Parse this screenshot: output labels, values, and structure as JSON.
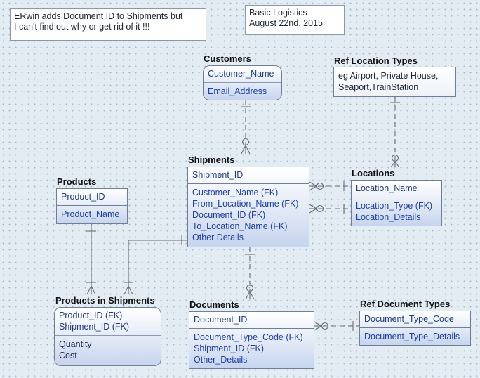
{
  "notes": {
    "issue_line1": "ERwin adds Document ID to Shipments but",
    "issue_line2": "I can't find out why or get rid of it !!!",
    "title_line1": "Basic Logistics",
    "title_line2": "August 22nd. 2015"
  },
  "customers": {
    "title": "Customers",
    "pk": "Customer_Name",
    "attrs": [
      "Email_Address"
    ]
  },
  "ref_location_types": {
    "title": "Ref Location Types",
    "pk_line1": "eg Airport, Private House,",
    "pk_line2": "Seaport,TrainStation"
  },
  "shipments": {
    "title": "Shipments",
    "pk": "Shipment_ID",
    "attrs": [
      "Customer_Name (FK)",
      "From_Location_Name (FK)",
      "Document_ID (FK)",
      "To_Location_Name (FK)",
      "Other Details"
    ]
  },
  "locations": {
    "title": "Locations",
    "pk": "Location_Name",
    "attrs": [
      "Location_Type (FK)",
      "Location_Details"
    ]
  },
  "products": {
    "title": "Products",
    "pk": "Product_ID",
    "attrs": [
      "Product_Name"
    ]
  },
  "products_in_shipments": {
    "title": "Products in Shipments",
    "pk": [
      "Product_ID (FK)",
      "Shipment_ID (FK)"
    ],
    "attrs": [
      "Quantity",
      "Cost"
    ]
  },
  "documents": {
    "title": "Documents",
    "pk": "Document_ID",
    "attrs": [
      "Document_Type_Code (FK)",
      "Shipment_ID (FK)",
      "Other_Details"
    ]
  },
  "ref_document_types": {
    "title": "Ref Document Types",
    "pk": "Document_Type_Code",
    "attrs": [
      "Document_Type_Details"
    ]
  }
}
